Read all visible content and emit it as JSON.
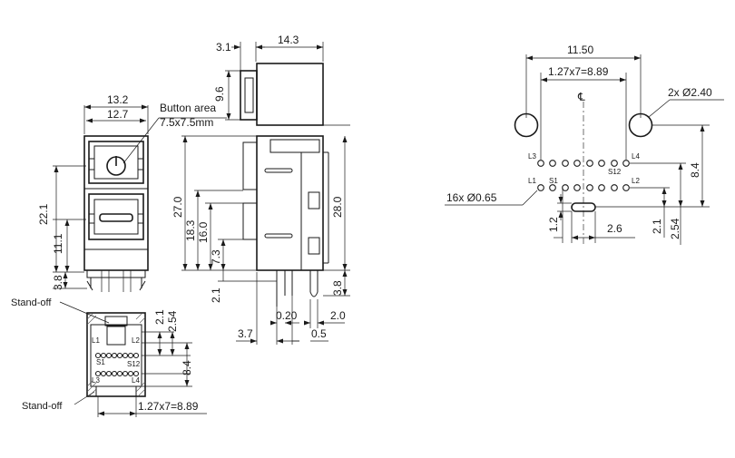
{
  "front_view": {
    "width_outer": "13.2",
    "width_inner": "12.7",
    "button_area_title": "Button area",
    "button_area_size": "7.5x7.5mm",
    "height_total": "22.1",
    "height_port": "11.1",
    "height_base": "3.8"
  },
  "side_view": {
    "top_depth": "14.3",
    "top_offset": "3.1",
    "top_height": "9.6",
    "h_27": "27.0",
    "h_28": "28.0",
    "h_18": "18.3",
    "h_16": "16.0",
    "h_7": "7.3",
    "h_2": "2.1",
    "pin_h": "3.8",
    "pin_pitch": "0.20",
    "pin_offset": "2.0",
    "bottom_left": "3.7",
    "bottom_mid": "0.5"
  },
  "bottom_view": {
    "standoff_top": "Stand-off",
    "standoff_bottom": "Stand-off",
    "dim_a": "2.1",
    "dim_b": "2.54",
    "dim_c": "8.4",
    "pitch": "1.27x7=8.89",
    "pin_labels": [
      "L1",
      "L2",
      "S1",
      "S12",
      "L3",
      "L4"
    ]
  },
  "footprint": {
    "span": "11.50",
    "pitch": "1.27x7=8.89",
    "mount_holes": "2x Ø2.40",
    "pin_holes": "16x Ø0.65",
    "row_spacing": "8.4",
    "dim_12": "1.2",
    "dim_26": "2.6",
    "dim_21": "2.1",
    "dim_254": "2.54",
    "centerline": "CL",
    "pin_labels": [
      "L3",
      "L4",
      "S12",
      "L1",
      "S1",
      "L2"
    ]
  }
}
